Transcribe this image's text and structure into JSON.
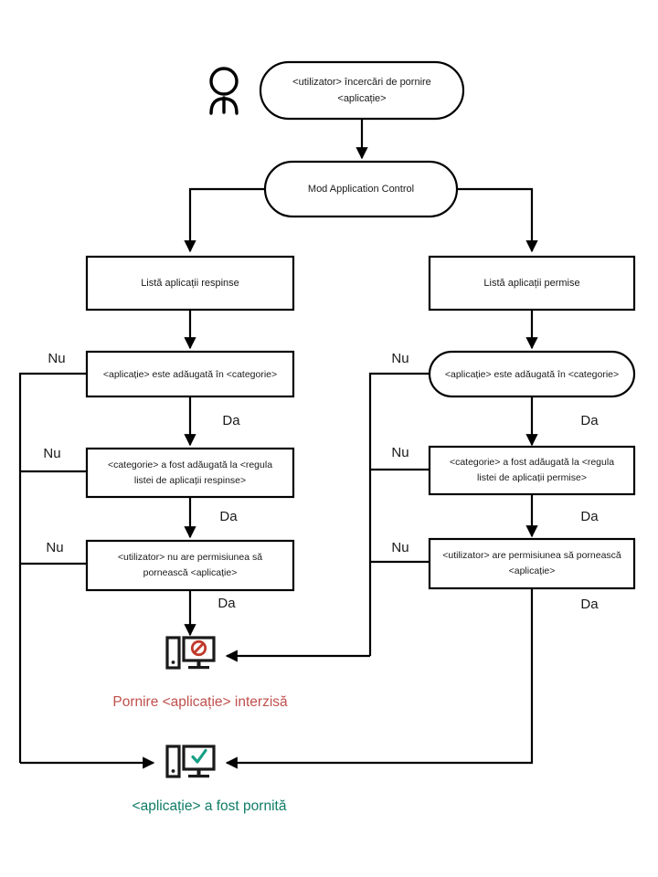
{
  "diagram": {
    "title": "Application Control flow",
    "language": "ro",
    "colors": {
      "stroke": "#000000",
      "node_fill": "#ffffff",
      "text": "#1a1a1a",
      "denied": "#c0504d",
      "allowed": "#0e7c66",
      "icon_denied_mark": "#c0392b",
      "icon_allowed_mark": "#16a085"
    },
    "actor": {
      "icon": "user-person-icon"
    },
    "nodes": {
      "start": {
        "shape": "rounded",
        "lines": [
          "<utilizator> încercări de pornire",
          "<aplicație>"
        ]
      },
      "mode": {
        "shape": "rounded",
        "lines": [
          "Mod Application Control"
        ]
      },
      "denied_list": {
        "shape": "rect",
        "lines": [
          "Listă aplicații respinse"
        ]
      },
      "allowed_list": {
        "shape": "rect",
        "lines": [
          "Listă aplicații permise"
        ]
      },
      "denied_in_category": {
        "shape": "rect",
        "lines": [
          "<aplicație> este adăugată în <categorie>"
        ]
      },
      "allowed_in_category": {
        "shape": "rounded",
        "lines": [
          "<aplicație> este adăugată în <categorie>"
        ]
      },
      "denied_category_rule": {
        "shape": "rect",
        "lines": [
          "<categorie> a fost adăugată la <regula",
          "listei de aplicații respinse>"
        ]
      },
      "allowed_category_rule": {
        "shape": "rect",
        "lines": [
          "<categorie> a fost adăugată la <regula",
          "listei de aplicații permise>"
        ]
      },
      "denied_permission": {
        "shape": "rect",
        "lines": [
          "<utilizator> nu are permisiunea să",
          "pornească <aplicație>"
        ]
      },
      "allowed_permission": {
        "shape": "rect",
        "lines": [
          "<utilizator> are permisiunea să pornească",
          "<aplicație>"
        ]
      }
    },
    "edge_labels": {
      "no": "Nu",
      "yes": "Da"
    },
    "edges": [
      {
        "from": "start",
        "to": "mode",
        "label": ""
      },
      {
        "from": "mode",
        "to": "denied_list",
        "label": ""
      },
      {
        "from": "mode",
        "to": "allowed_list",
        "label": ""
      },
      {
        "from": "denied_list",
        "to": "denied_in_category",
        "label": ""
      },
      {
        "from": "allowed_list",
        "to": "allowed_in_category",
        "label": ""
      },
      {
        "from": "denied_in_category",
        "to": "denied_category_rule",
        "label": "Da"
      },
      {
        "from": "denied_in_category",
        "to": "outcome_allowed",
        "label": "Nu"
      },
      {
        "from": "denied_category_rule",
        "to": "denied_permission",
        "label": "Da"
      },
      {
        "from": "denied_category_rule",
        "to": "outcome_allowed",
        "label": "Nu"
      },
      {
        "from": "denied_permission",
        "to": "outcome_denied",
        "label": "Da"
      },
      {
        "from": "denied_permission",
        "to": "outcome_allowed",
        "label": "Nu"
      },
      {
        "from": "allowed_in_category",
        "to": "allowed_category_rule",
        "label": "Da"
      },
      {
        "from": "allowed_in_category",
        "to": "outcome_denied",
        "label": "Nu"
      },
      {
        "from": "allowed_category_rule",
        "to": "allowed_permission",
        "label": "Da"
      },
      {
        "from": "allowed_category_rule",
        "to": "outcome_denied",
        "label": "Nu"
      },
      {
        "from": "allowed_permission",
        "to": "outcome_allowed",
        "label": "Da"
      },
      {
        "from": "allowed_permission",
        "to": "outcome_denied",
        "label": "Nu"
      }
    ],
    "outcomes": {
      "denied": {
        "icon": "computer-blocked-icon",
        "label": "Pornire <aplicație> interzisă"
      },
      "allowed": {
        "icon": "computer-check-icon",
        "label": "<aplicație> a fost pornită"
      }
    }
  }
}
